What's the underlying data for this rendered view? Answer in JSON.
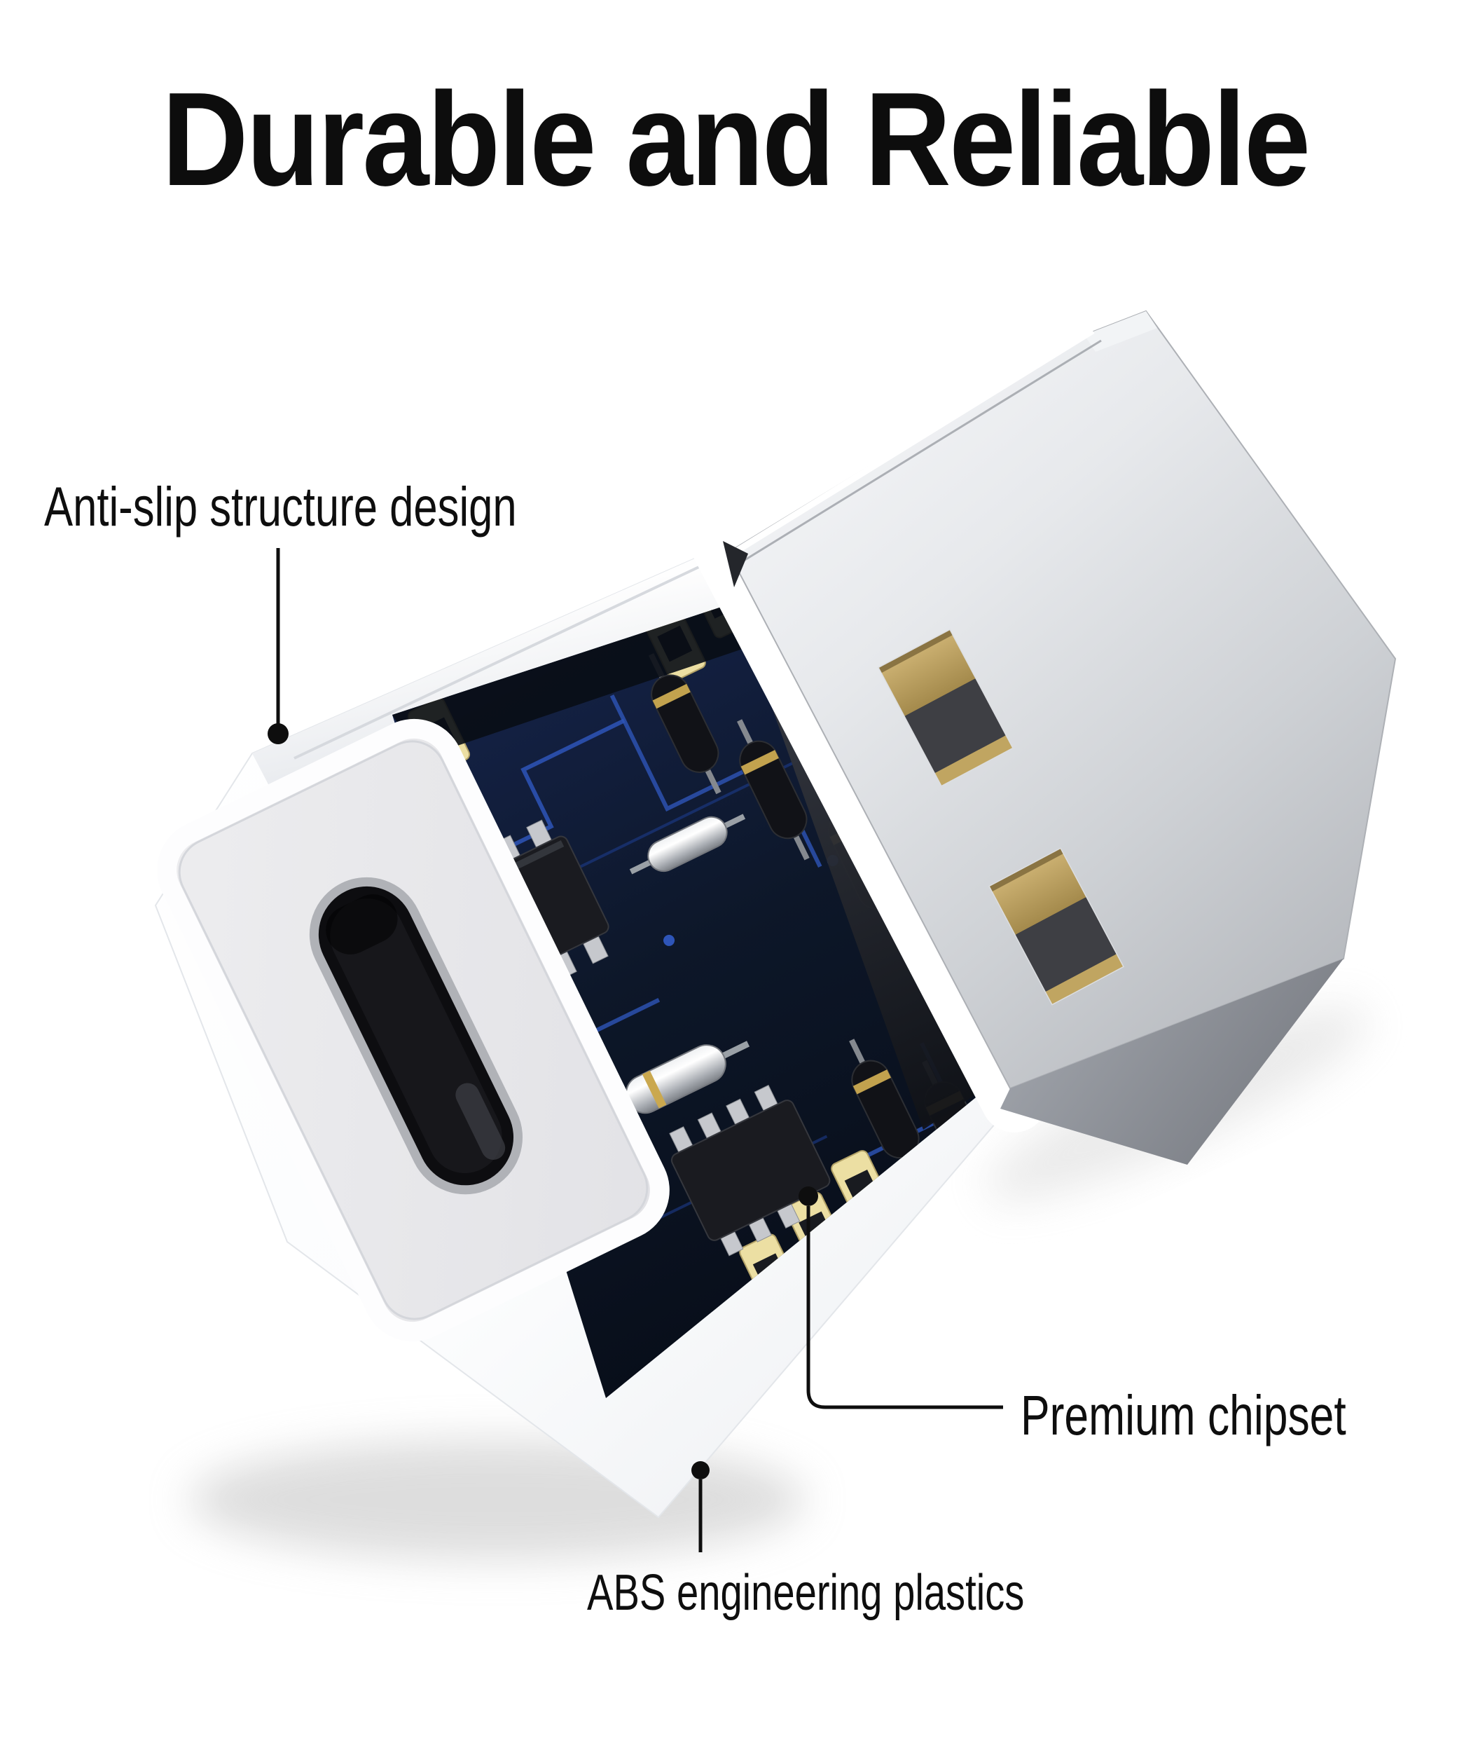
{
  "title": "Durable and Reliable",
  "callouts": {
    "anti_slip": {
      "label": "Anti-slip structure design"
    },
    "premium_chipset": {
      "label": "Premium chipset"
    },
    "abs_plastics": {
      "label": "ABS engineering plastics"
    }
  },
  "colors": {
    "background": "#ffffff",
    "text": "#111111",
    "body_plastic": "#ffffff",
    "metal_silver": "#d9dcdf",
    "contact_gold": "#bca263",
    "pcb_navy": "#0d1729",
    "trace_blue": "#2e55b8"
  }
}
